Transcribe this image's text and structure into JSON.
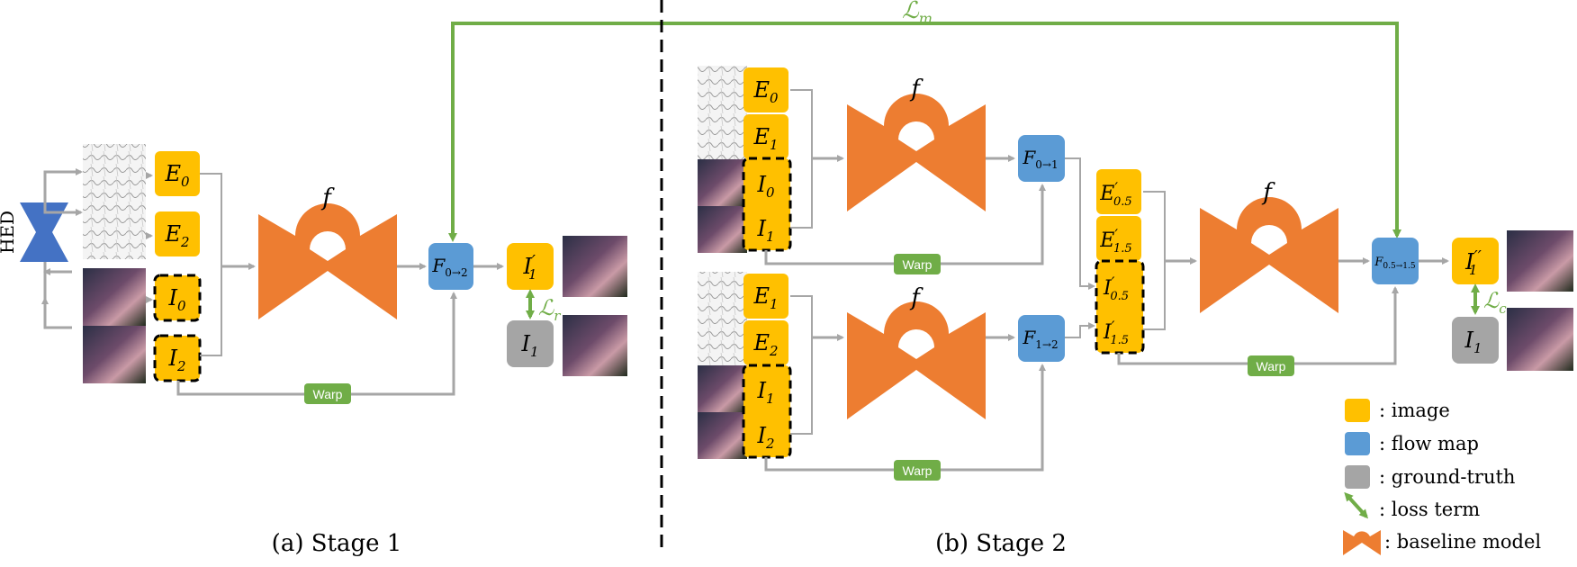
{
  "colors": {
    "image": "#ffc000",
    "flow_map": "#5b9bd5",
    "ground_truth": "#a5a5a5",
    "loss": "#70ad47",
    "warp": "#70ad47",
    "model": "#ed7d31",
    "arrow": "#a6a6a6",
    "hed": "#4472c4",
    "text": "#000000"
  },
  "stage1": {
    "caption": "(a) Stage 1",
    "hed_label": "HED",
    "e0": {
      "main": "E",
      "sub": "0"
    },
    "e2": {
      "main": "E",
      "sub": "2"
    },
    "i0": {
      "main": "I",
      "sub": "0"
    },
    "i2": {
      "main": "I",
      "sub": "2"
    },
    "model_label": "f",
    "flow": {
      "main": "F",
      "sub": "0→2"
    },
    "output": {
      "main": "I",
      "prime": "′",
      "sub": "1"
    },
    "gt": {
      "main": "I",
      "sub": "1"
    },
    "warp": "Warp",
    "loss": {
      "main": "ℒ",
      "sub": "r"
    }
  },
  "top_loss": {
    "main": "ℒ",
    "sub": "m"
  },
  "stage2": {
    "caption": "(b) Stage 2",
    "upper": {
      "e0": {
        "main": "E",
        "sub": "0"
      },
      "e1": {
        "main": "E",
        "sub": "1"
      },
      "i0": {
        "main": "I",
        "sub": "0"
      },
      "i1": {
        "main": "I",
        "sub": "1"
      },
      "model_label": "f",
      "flow": {
        "main": "F",
        "sub": "0→1"
      },
      "warp": "Warp"
    },
    "lower": {
      "e1": {
        "main": "E",
        "sub": "1"
      },
      "e2": {
        "main": "E",
        "sub": "2"
      },
      "i1": {
        "main": "I",
        "sub": "1"
      },
      "i2": {
        "main": "I",
        "sub": "2"
      },
      "model_label": "f",
      "flow": {
        "main": "F",
        "sub": "1→2"
      },
      "warp": "Warp"
    },
    "mid": {
      "e05": {
        "main": "E",
        "prime": "′",
        "sub": "0.5"
      },
      "e15": {
        "main": "E",
        "prime": "′",
        "sub": "1.5"
      },
      "i05": {
        "main": "I",
        "prime": "′",
        "sub": "0.5"
      },
      "i15": {
        "main": "I",
        "prime": "′",
        "sub": "1.5"
      }
    },
    "final_model_label": "f",
    "final_flow": {
      "main": "F",
      "sub": "0.5→1.5"
    },
    "final_output": {
      "main": "I",
      "prime": "′′",
      "sub": "1"
    },
    "final_gt": {
      "main": "I",
      "sub": "1"
    },
    "final_warp": "Warp",
    "loss": {
      "main": "ℒ",
      "sub": "c"
    }
  },
  "legend": {
    "image": ": image",
    "flow_map": ": flow map",
    "ground_truth": ": ground-truth",
    "loss_term": ": loss term",
    "baseline_model": ": baseline model"
  }
}
